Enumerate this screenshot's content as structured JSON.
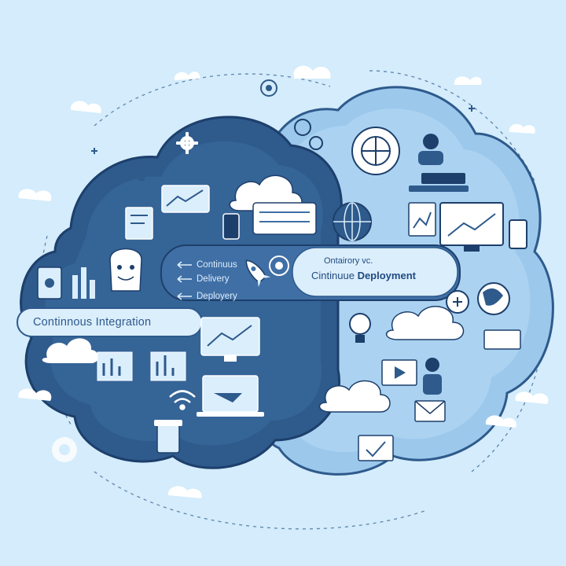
{
  "diagram": {
    "left_cloud_label": "Continnous Integration",
    "middle_labels": [
      "Continuus",
      "Delivery",
      "Deployery"
    ],
    "right_label_line1": "Ontairory vc.",
    "right_label_line2_prefix": "Cintinuue",
    "right_label_line2_bold": "Deployment"
  },
  "colors": {
    "background": "#d4ecfb",
    "ci_cloud": "#2e5a8c",
    "ci_cloud_inner": "#3d6da1",
    "cd_cloud": "#9cc8ec",
    "cd_cloud_inner": "#b6d8f3",
    "banner": "#dbeefc",
    "bridge": "#3f6fa5",
    "accent_white": "#ffffff"
  },
  "icons": [
    "gear-icon",
    "cloud-icon",
    "monitor-icon",
    "laptop-icon",
    "coffee-cup-icon",
    "bar-chart-icon",
    "mascot-icon",
    "document-icon",
    "rocket-icon",
    "bulb-icon",
    "target-icon",
    "phone-icon",
    "globe-icon",
    "person-icon",
    "envelope-icon",
    "wifi-icon",
    "tablet-icon",
    "server-icon",
    "arrow-icon",
    "chat-icon"
  ]
}
